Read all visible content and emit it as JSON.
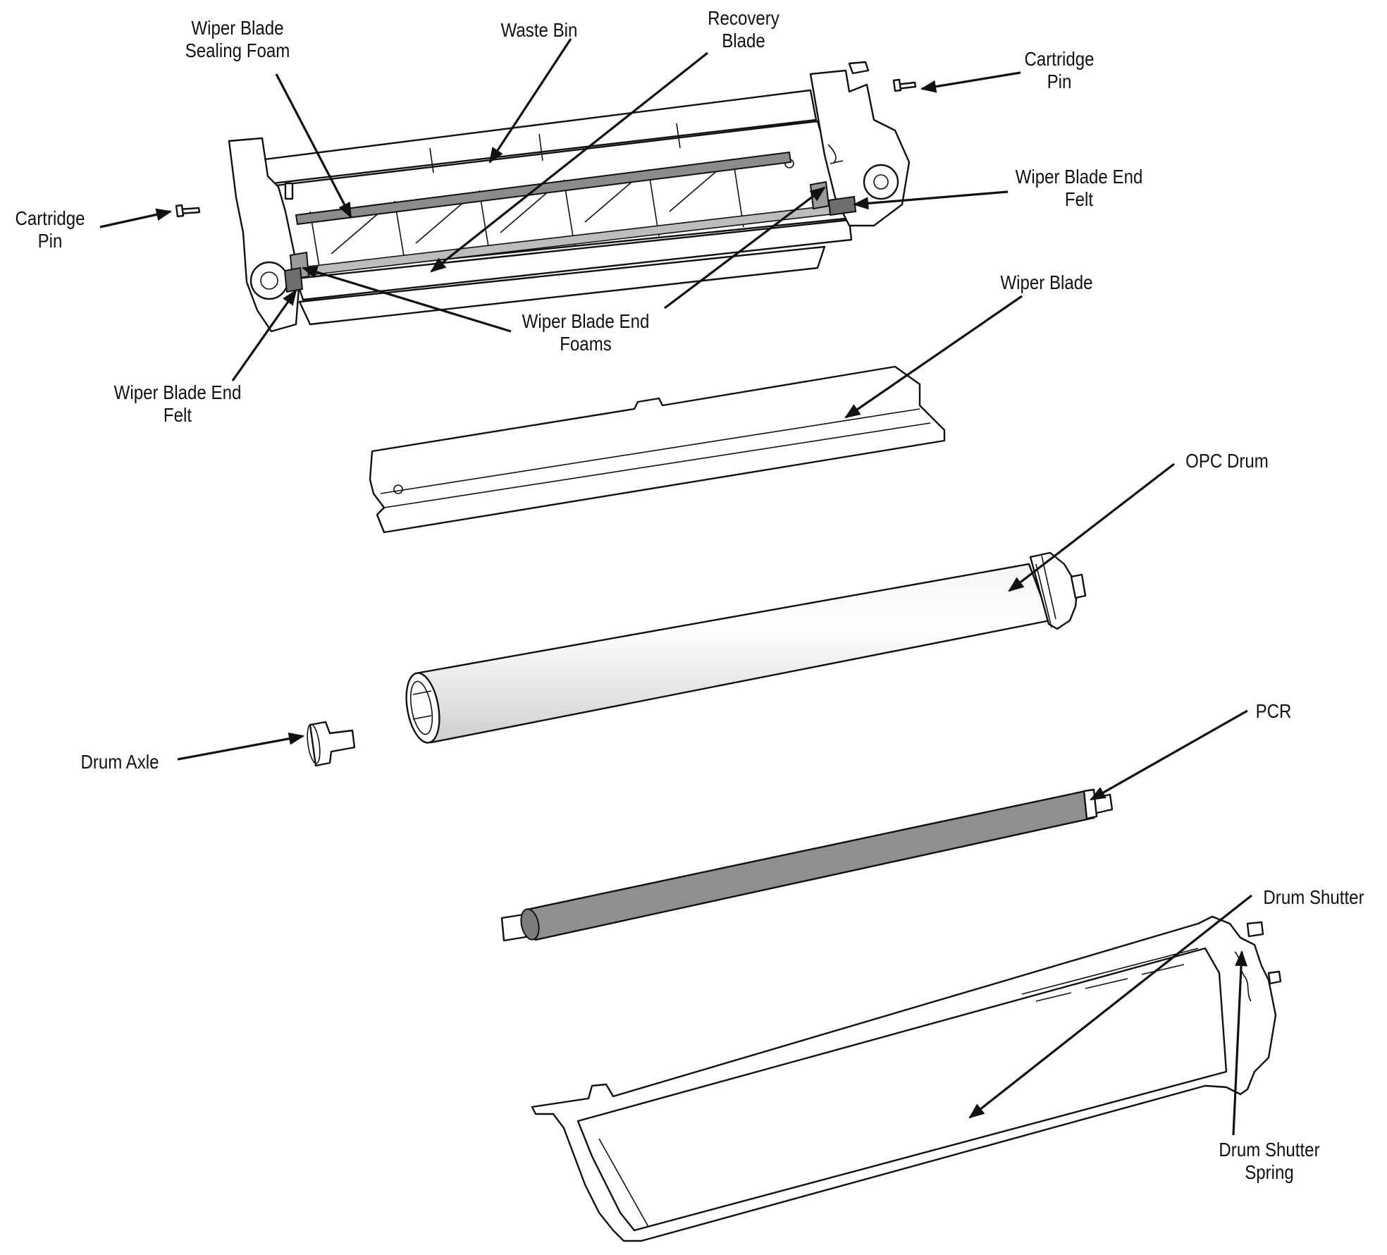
{
  "labels": {
    "wiper_blade_sealing_foam": [
      "Wiper Blade",
      "Sealing Foam"
    ],
    "waste_bin": [
      "Waste Bin"
    ],
    "recovery_blade": [
      "Recovery",
      "Blade"
    ],
    "cartridge_pin_right": [
      "Cartridge",
      "Pin"
    ],
    "cartridge_pin_left": [
      "Cartridge",
      "Pin"
    ],
    "wiper_blade_end_felt_right": [
      "Wiper Blade End",
      "Felt"
    ],
    "wiper_blade_end_foams": [
      "Wiper Blade End",
      "Foams"
    ],
    "wiper_blade_end_felt_left": [
      "Wiper Blade End",
      "Felt"
    ],
    "wiper_blade": [
      "Wiper Blade"
    ],
    "opc_drum": [
      "OPC Drum"
    ],
    "drum_axle": [
      "Drum Axle"
    ],
    "pcr": [
      "PCR"
    ],
    "drum_shutter": [
      "Drum Shutter"
    ],
    "drum_shutter_spring": [
      "Drum Shutter",
      "Spring"
    ]
  },
  "colors": {
    "line": "#111111",
    "foam_gray": "#8c8c8c",
    "pcr_gray": "#8f8f8f",
    "drum_light": "#e8e8e8"
  }
}
